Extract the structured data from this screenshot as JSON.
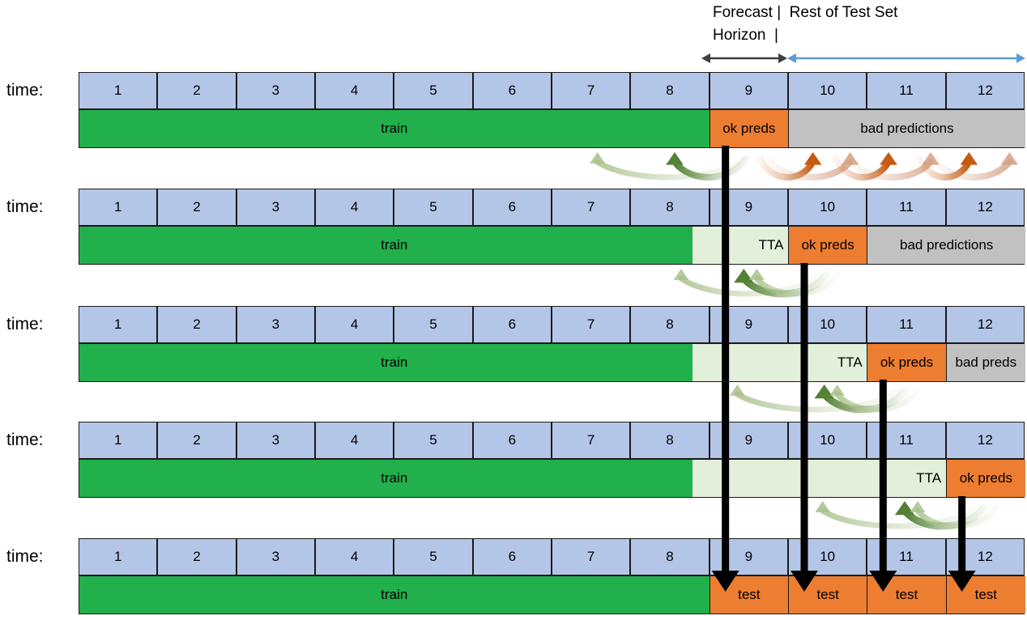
{
  "header": {
    "forecast_label": "Forecast |  Rest of Test Set",
    "horizon_label": "Horizon  |",
    "forecast_arrow_color": "#404040",
    "rest_arrow_color": "#5b9bd5"
  },
  "palette": {
    "time_cell": "#b4c6e7",
    "train": "#21b04b",
    "ok_preds": "#ed7d31",
    "bad_preds": "#c1c1c1",
    "tta": "#e2efda",
    "test": "#ed7d31",
    "border": "#1a1a1a",
    "arrow_green": "#548235",
    "arrow_green_light": "#a9c18b",
    "arrow_orange": "#c55a11",
    "arrow_orange_light": "#d6a184",
    "arrow_black": "#000000"
  },
  "time_axis": {
    "label": "time:",
    "ticks": [
      "1",
      "2",
      "3",
      "4",
      "5",
      "6",
      "7",
      "8",
      "9",
      "10",
      "11",
      "12"
    ]
  },
  "rows": [
    {
      "label": "time:",
      "ticks": [
        "1",
        "2",
        "3",
        "4",
        "5",
        "6",
        "7",
        "8",
        "9",
        "10",
        "11",
        "12"
      ],
      "segments": [
        {
          "name": "train",
          "text": "train",
          "kind": "train",
          "start": 0,
          "end": 8
        },
        {
          "name": "ok-preds",
          "text": "ok preds",
          "kind": "ok",
          "start": 8,
          "end": 9
        },
        {
          "name": "bad-predictions",
          "text": "bad predictions",
          "kind": "bad",
          "start": 9,
          "end": 12
        }
      ]
    },
    {
      "label": "time:",
      "ticks": [
        "1",
        "2",
        "3",
        "4",
        "5",
        "6",
        "7",
        "8",
        "9",
        "10",
        "11",
        "12"
      ],
      "segments": [
        {
          "name": "train",
          "text": "train",
          "kind": "train",
          "start": 0,
          "end": 8
        },
        {
          "name": "tta",
          "text": "TTA",
          "kind": "tta",
          "start": 8,
          "end": 9,
          "text_center": 9
        },
        {
          "name": "ok-preds",
          "text": "ok preds",
          "kind": "ok",
          "start": 9,
          "end": 10
        },
        {
          "name": "bad-predictions",
          "text": "bad predictions",
          "kind": "bad",
          "start": 10,
          "end": 12
        }
      ]
    },
    {
      "label": "time:",
      "ticks": [
        "1",
        "2",
        "3",
        "4",
        "5",
        "6",
        "7",
        "8",
        "9",
        "10",
        "11",
        "12"
      ],
      "segments": [
        {
          "name": "train",
          "text": "train",
          "kind": "train",
          "start": 0,
          "end": 8
        },
        {
          "name": "tta",
          "text": "TTA",
          "kind": "tta",
          "start": 8,
          "end": 10,
          "text_center": 10
        },
        {
          "name": "ok-preds",
          "text": "ok preds",
          "kind": "ok",
          "start": 10,
          "end": 11
        },
        {
          "name": "bad-preds",
          "text": "bad preds",
          "kind": "bad",
          "start": 11,
          "end": 12
        }
      ]
    },
    {
      "label": "time:",
      "ticks": [
        "1",
        "2",
        "3",
        "4",
        "5",
        "6",
        "7",
        "8",
        "9",
        "10",
        "11",
        "12"
      ],
      "segments": [
        {
          "name": "train",
          "text": "train",
          "kind": "train",
          "start": 0,
          "end": 8
        },
        {
          "name": "tta",
          "text": "TTA",
          "kind": "tta",
          "start": 8,
          "end": 11,
          "text_center": 11
        },
        {
          "name": "ok-preds",
          "text": "ok preds",
          "kind": "ok",
          "start": 11,
          "end": 12
        }
      ]
    },
    {
      "label": "time:",
      "ticks": [
        "1",
        "2",
        "3",
        "4",
        "5",
        "6",
        "7",
        "8",
        "9",
        "10",
        "11",
        "12"
      ],
      "segments": [
        {
          "name": "train",
          "text": "train",
          "kind": "train",
          "start": 0,
          "end": 8
        },
        {
          "name": "test-9",
          "text": "test",
          "kind": "test",
          "start": 8,
          "end": 9
        },
        {
          "name": "test-10",
          "text": "test",
          "kind": "test",
          "start": 9,
          "end": 10
        },
        {
          "name": "test-11",
          "text": "test",
          "kind": "test",
          "start": 10,
          "end": 11
        },
        {
          "name": "test-12",
          "text": "test",
          "kind": "test",
          "start": 11,
          "end": 12
        }
      ]
    }
  ]
}
